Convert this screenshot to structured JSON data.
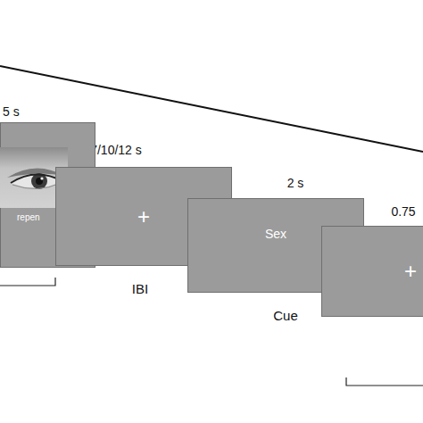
{
  "diagram": {
    "nodes": [
      {
        "text": [
          "repen"
        ]
      },
      {
        "text": [
          "+"
        ]
      },
      {
        "text": [
          "Sex"
        ]
      },
      {
        "text": [
          "+"
        ]
      }
    ],
    "labels": [
      "5 s",
      "7/10/12 s",
      "IBI",
      "2 s",
      "Cue",
      "0.75"
    ]
  }
}
